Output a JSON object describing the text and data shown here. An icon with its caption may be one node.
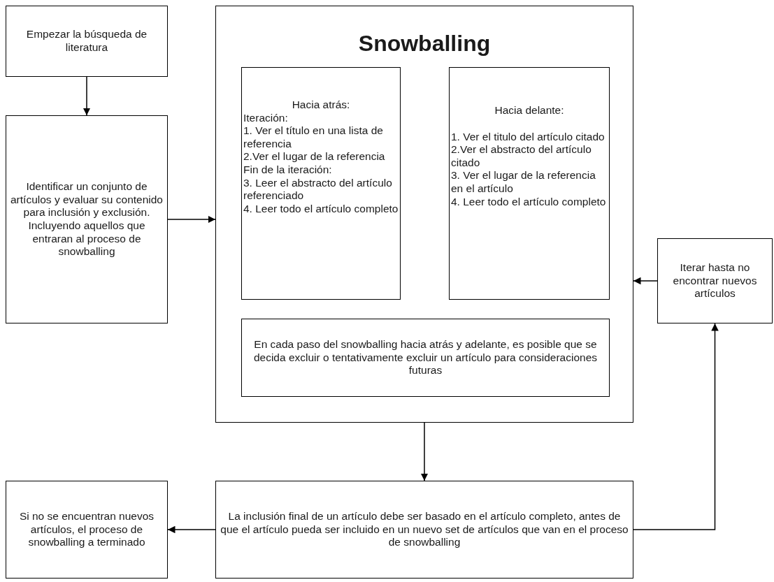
{
  "diagram": {
    "nodes": [
      {
        "text": [
          "Empezar la búsqueda de literatura"
        ]
      },
      {
        "text": [
          "Identificar un conjunto de artículos y evaluar su contenido para inclusión y exclusión. Incluyendo aquellos que entraran al proceso de snowballing"
        ]
      },
      {
        "text": [
          "Snowballing"
        ]
      },
      {
        "text": [
          "Hacia atrás:",
          "Iteración:",
          "1. Ver el título en una lista de referencia",
          "2.Ver el lugar de la referencia",
          "Fin de la iteración:",
          "3. Leer el abstracto del artículo referenciado",
          "4. Leer todo el artículo completo"
        ],
        "in": 2
      },
      {
        "text": [
          "Hacia delante:",
          "1. Ver el titulo del artículo citado",
          "2.Ver el abstracto del artículo citado",
          "3. Ver el lugar de la referencia en el artículo",
          "4. Leer todo el artículo completo"
        ],
        "in": 2
      },
      {
        "text": [
          "En cada paso del snowballing hacia atrás y adelante, es posible que se decida excluir o tentativamente excluir un artículo para consideraciones futuras"
        ],
        "in": 2
      },
      {
        "text": [
          "Iterar hasta no encontrar nuevos artículos"
        ]
      },
      {
        "text": [
          "La inclusión final de un artículo debe ser basado en el artículo completo, antes de que el artículo pueda ser incluido en un nuevo set de artículos que van en el proceso de snowballing"
        ]
      },
      {
        "text": [
          "Si no se encuentran nuevos artículos, el proceso de snowballing a terminado"
        ]
      }
    ],
    "edges": [
      {
        "from": 0,
        "to": 1,
        "arrow": "to"
      },
      {
        "from": 1,
        "to": 2,
        "arrow": "to"
      },
      {
        "from": 2,
        "to": 7,
        "arrow": "to"
      },
      {
        "from": 7,
        "to": 8,
        "arrow": "to"
      },
      {
        "from": 7,
        "to": 6,
        "arrow": "to"
      },
      {
        "from": 6,
        "to": 2,
        "arrow": "to"
      }
    ]
  }
}
